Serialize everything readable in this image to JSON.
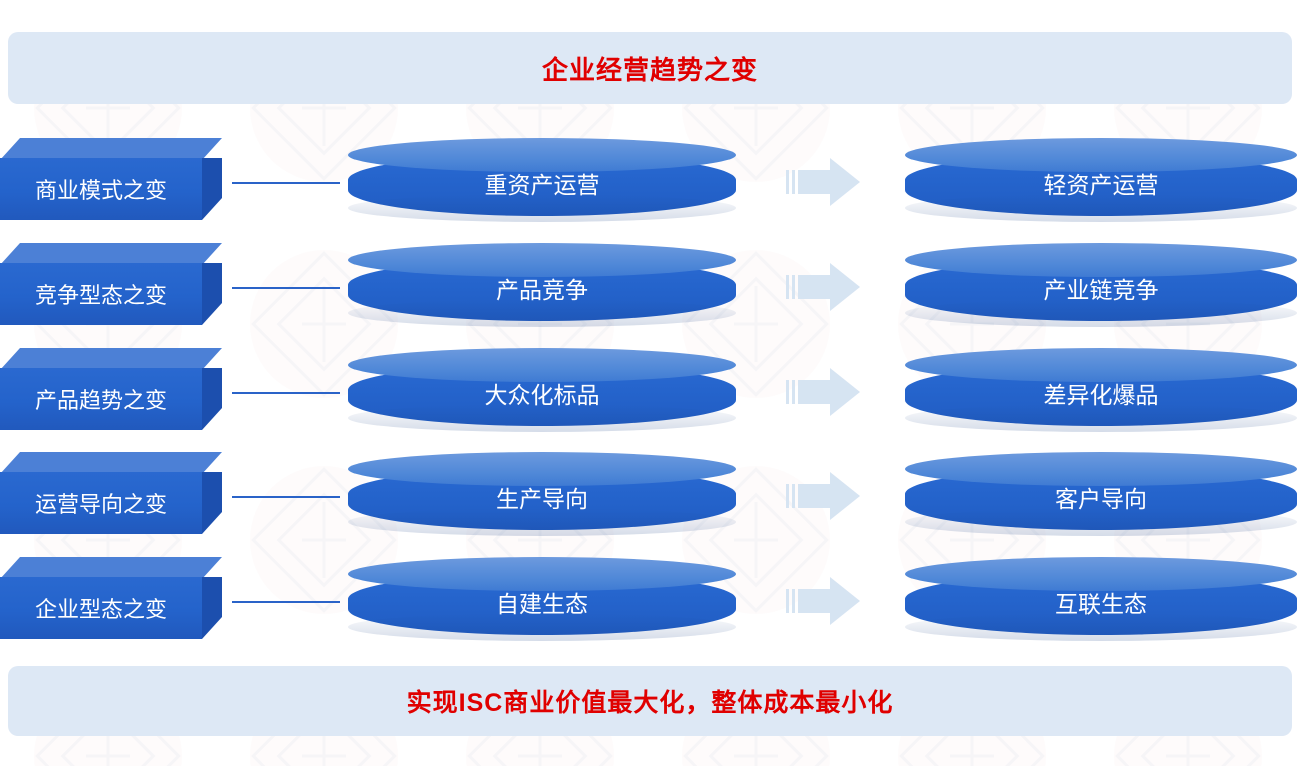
{
  "header": {
    "title": "企业经营趋势之变"
  },
  "footer": {
    "title": "实现ISC商业价值最大化，整体成本最小化"
  },
  "colors": {
    "banner_bg": "#dde8f5",
    "banner_text": "#e00000",
    "cylinder_body": "#2463cb",
    "cylinder_top": "#5189d8",
    "box_front": "#2463cb",
    "box_top": "#4c80d6",
    "box_side": "#1c4fae",
    "connector_line": "#2a63c8",
    "arrow_fill": "#d6e4f2",
    "label_text": "#ffffff"
  },
  "rows": [
    {
      "category": "商业模式之变",
      "from": "重资产运营",
      "to": "轻资产运营",
      "arrow_icon": "right-arrow-icon"
    },
    {
      "category": "竞争型态之变",
      "from": "产品竞争",
      "to": "产业链竞争",
      "arrow_icon": "right-arrow-icon"
    },
    {
      "category": "产品趋势之变",
      "from": "大众化标品",
      "to": "差异化爆品",
      "arrow_icon": "right-arrow-icon"
    },
    {
      "category": "运营导向之变",
      "from": "生产导向",
      "to": "客户导向",
      "arrow_icon": "right-arrow-icon"
    },
    {
      "category": "企业型态之变",
      "from": "自建生态",
      "to": "互联生态",
      "arrow_icon": "right-arrow-icon"
    }
  ]
}
